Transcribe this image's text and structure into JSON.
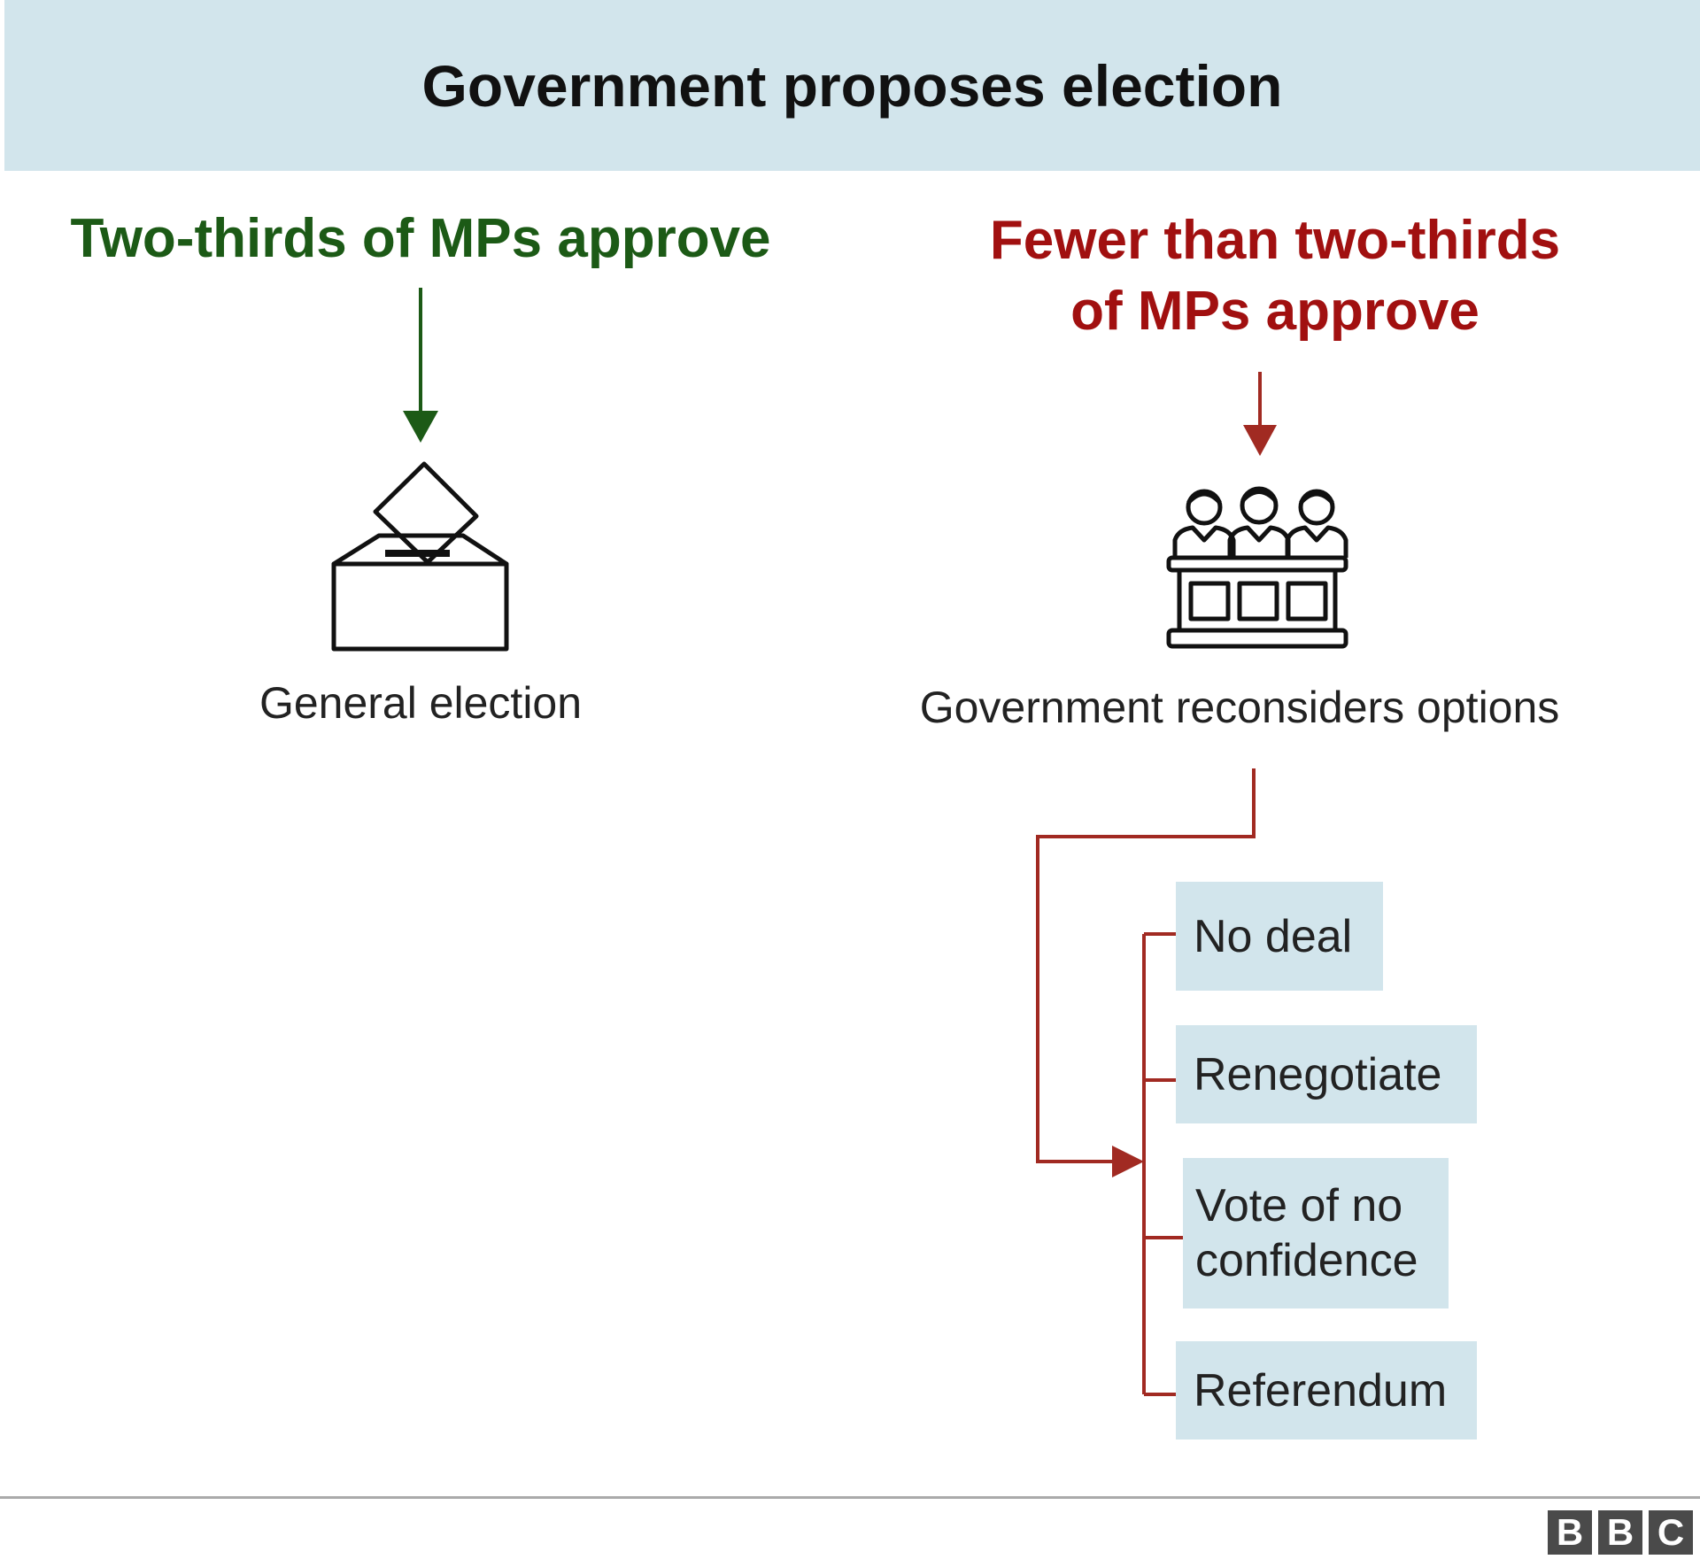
{
  "header": {
    "title": "Government proposes election"
  },
  "left_branch": {
    "title": "Two-thirds of MPs approve",
    "icon": "ballot-box-icon",
    "caption": "General election"
  },
  "right_branch": {
    "title_line1": "Fewer than two-thirds",
    "title_line2": "of MPs approve",
    "icon": "parliament-panel-icon",
    "caption": "Government reconsiders options",
    "options": [
      {
        "line1": "No deal",
        "line2": ""
      },
      {
        "line1": "Renegotiate",
        "line2": ""
      },
      {
        "line1": "Vote of no",
        "line2": "confidence"
      },
      {
        "line1": "Referendum",
        "line2": ""
      }
    ]
  },
  "footer": {
    "logo": [
      "B",
      "B",
      "C"
    ]
  },
  "colors": {
    "header_bg": "#d2e5ec",
    "approve_green": "#1c5a16",
    "reject_red": "#a11010",
    "connector_red": "#a12a22",
    "option_bg": "#d2e5ec"
  }
}
